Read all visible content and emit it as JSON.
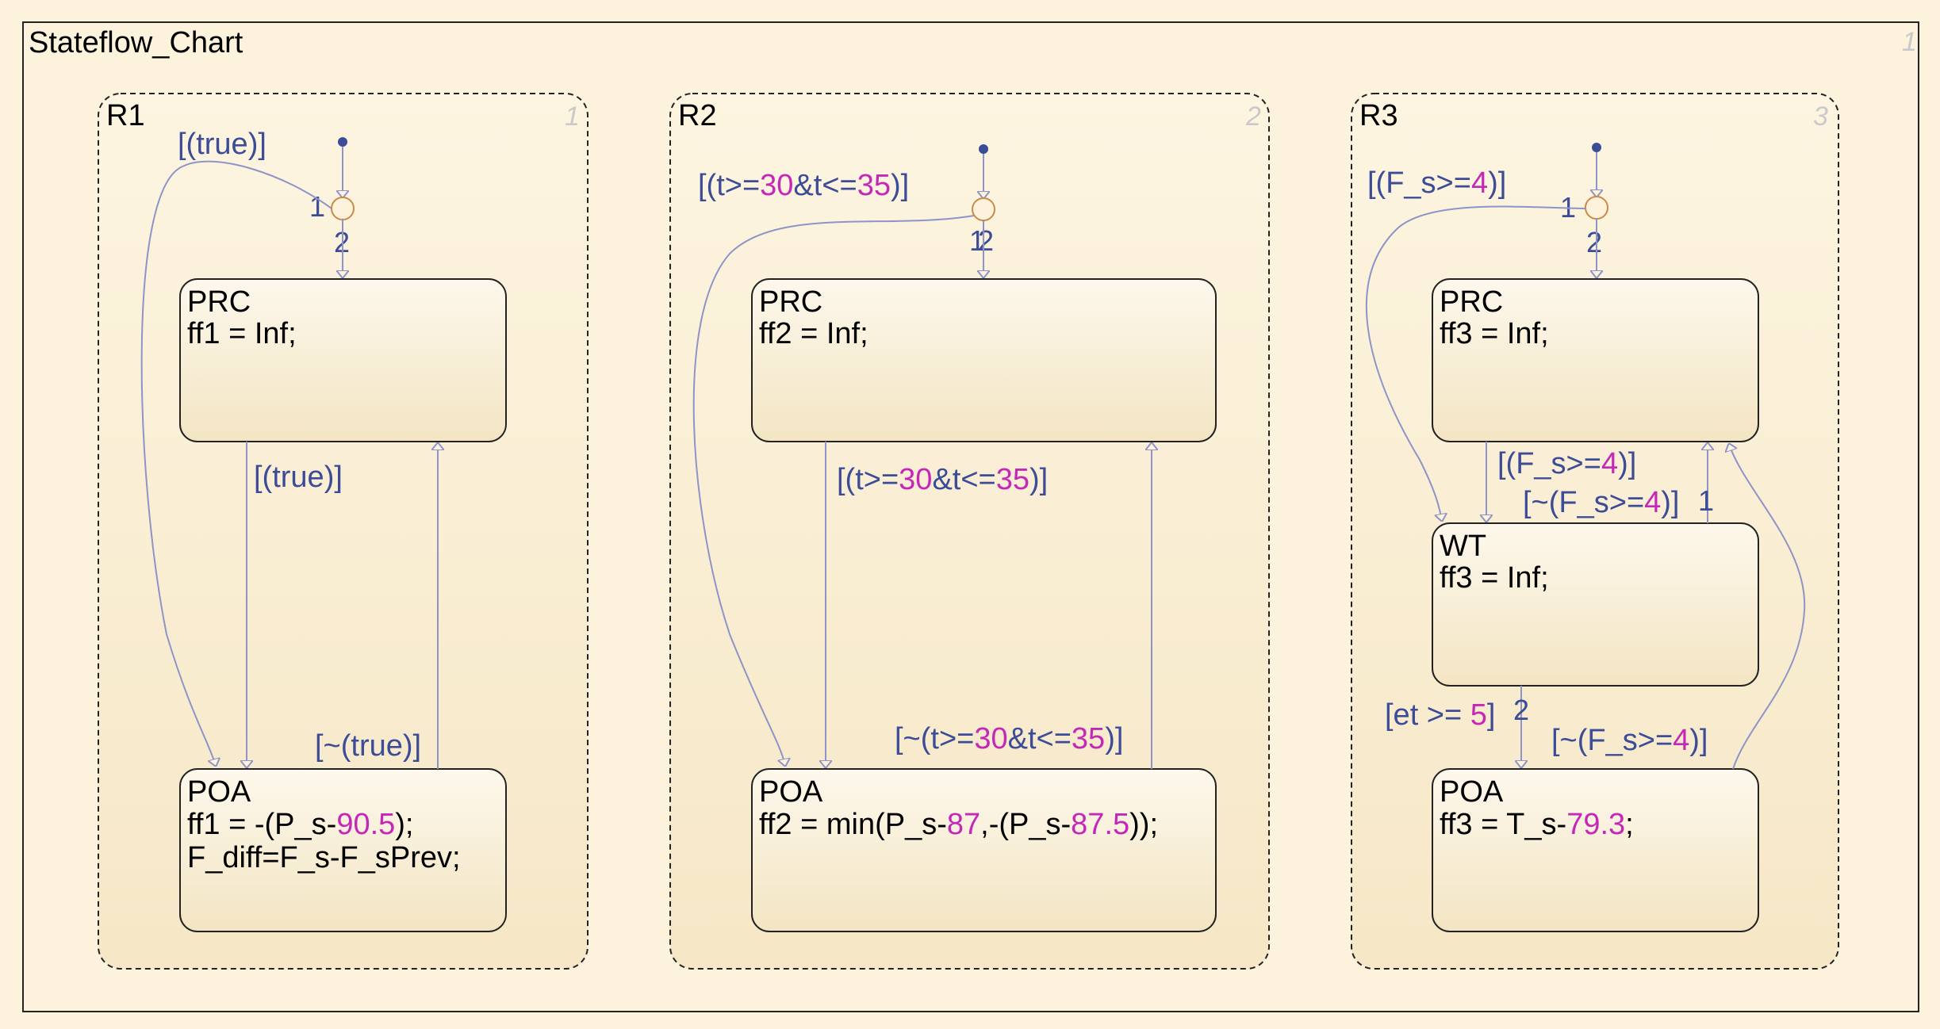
{
  "chart": {
    "title": "Stateflow_Chart",
    "number": "1"
  },
  "regions": [
    {
      "name": "R1",
      "number": "1",
      "states": [
        {
          "name": "PRC",
          "action": "ff1 = Inf;"
        },
        {
          "name": "POA",
          "action_parts": [
            "ff1 = -(P_s-",
            "90.5",
            ");"
          ],
          "action2": "F_diff=F_s-F_sPrev;"
        }
      ],
      "transitions": {
        "default_cond": "[(true)]",
        "down_cond": "[(true)]",
        "up_cond": "[~(true)]",
        "prio_left": "1",
        "prio_down": "2"
      }
    },
    {
      "name": "R2",
      "number": "2",
      "states": [
        {
          "name": "PRC",
          "action": "ff2 = Inf;"
        },
        {
          "name": "POA",
          "action_parts": [
            "ff2 = min(P_s-",
            "87",
            ",-(P_s-",
            "87.5",
            "));"
          ]
        }
      ],
      "transitions": {
        "default_cond_parts": [
          "[(t>=",
          "30",
          "&t<=",
          "35",
          ")]"
        ],
        "down_cond_parts": [
          "[(t>=",
          "30",
          "&t<=",
          "35",
          ")]"
        ],
        "up_cond_parts": [
          "[~(t>=",
          "30",
          "&t<=",
          "35",
          ")]"
        ],
        "prio_left": "1",
        "prio_down": "2"
      }
    },
    {
      "name": "R3",
      "number": "3",
      "states": [
        {
          "name": "PRC",
          "action": "ff3 = Inf;"
        },
        {
          "name": "WT",
          "action": "ff3 = Inf;"
        },
        {
          "name": "POA",
          "action_parts": [
            "ff3 = T_s-",
            "79.3",
            ";"
          ]
        }
      ],
      "transitions": {
        "default_cond_parts": [
          "[(F_s>=",
          "4",
          ")]"
        ],
        "prc_wt_cond_parts": [
          "[(F_s>=",
          "4",
          ")]"
        ],
        "wt_prc_cond_parts": [
          "[~(F_s>=",
          "4",
          ")]"
        ],
        "wt_poa_cond_parts": [
          "[et >= ",
          "5",
          "]"
        ],
        "poa_prc_cond_parts": [
          "[~(F_s>=",
          "4",
          ")]"
        ],
        "prio_left": "1",
        "prio_down": "2",
        "prio_wt_prc": "1",
        "prio_wt_poa": "2"
      }
    }
  ],
  "colors": {
    "background": "#fdf3dc",
    "state_fill_top": "#fdf7ea",
    "state_fill_bottom": "#f3e6c6",
    "condition_text": "#3c4c96",
    "number_literal": "#c428b6",
    "transition_line": "#8e94c8",
    "junction": "#c98a4a",
    "default_dot": "#3c4c96"
  }
}
